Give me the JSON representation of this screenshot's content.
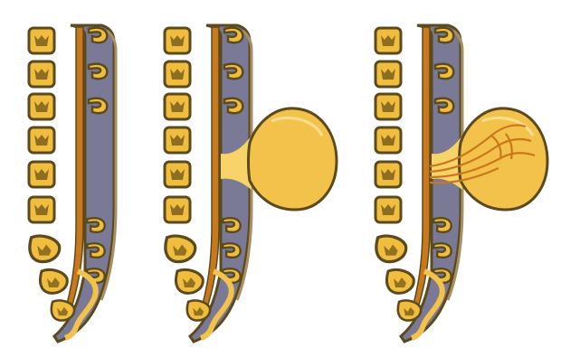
{
  "diagram": {
    "panel_count": 3,
    "stages": [
      "normal-spine",
      "meningocele",
      "myelomeningocele"
    ],
    "colors": {
      "background": "#ffffff",
      "cord_fill": "#f3c24a",
      "cord_light": "#f7d36a",
      "outline": "#5a4a1e",
      "meninges": "#7a7a96",
      "skin": "#a98f62",
      "nerve": "#c9781c",
      "vertebra_fill": "#f0bd3e",
      "vertebra_body": "#e8b02e"
    }
  }
}
